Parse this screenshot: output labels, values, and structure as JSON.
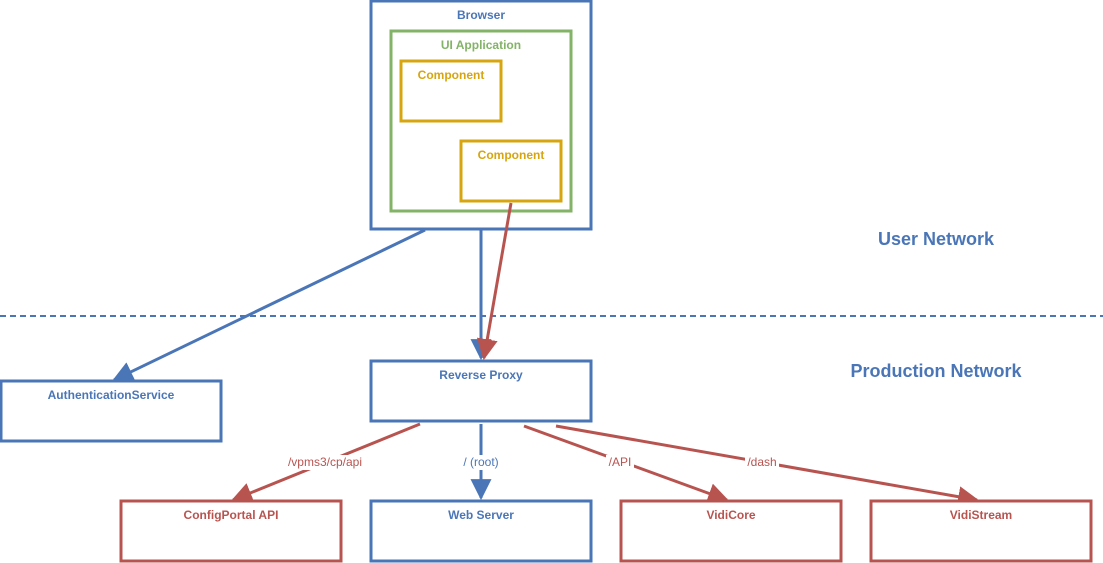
{
  "colors": {
    "blue": "#4a76b7",
    "green": "#82b366",
    "gold": "#d6a50f",
    "red": "#b85450",
    "background": "#ffffff"
  },
  "nodes": {
    "browser": "Browser",
    "ui_application": "UI Application",
    "component_1": "Component",
    "component_2": "Component",
    "reverse_proxy": "Reverse Proxy",
    "authentication_service": "AuthenticationService",
    "configportal_api": "ConfigPortal API",
    "web_server": "Web Server",
    "vidicore": "VidiCore",
    "vidistream": "VidiStream"
  },
  "zones": {
    "user_network": "User Network",
    "production_network": "Production Network"
  },
  "edges": {
    "to_configportal": "/vpms3/cp/api",
    "to_web_server": "/ (root)",
    "to_vidicore": "/API",
    "to_vidistream": "/dash"
  }
}
